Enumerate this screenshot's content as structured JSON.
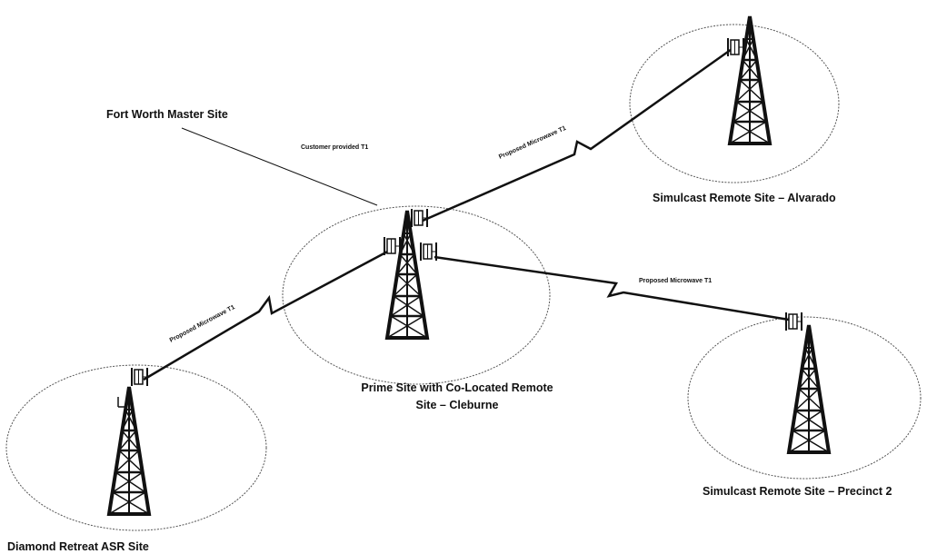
{
  "diagram": {
    "sites": {
      "master": {
        "label": "Fort Worth Master Site"
      },
      "prime": {
        "label_line1": "Prime Site with Co-Located Remote",
        "label_line2": "Site – Cleburne"
      },
      "alvarado": {
        "label": "Simulcast Remote Site – Alvarado"
      },
      "precinct2": {
        "label": "Simulcast Remote Site – Precinct 2"
      },
      "diamond": {
        "label": "Diamond Retreat ASR Site"
      }
    },
    "links": {
      "customer_t1": "Customer provided T1",
      "mw_alvarado": "Proposed Microwave T1",
      "mw_precinct": "Proposed Microwave T1",
      "mw_diamond": "Proposed Microwave T1"
    },
    "colors": {
      "ink": "#111111",
      "ellipse": "#555555",
      "background": "#ffffff"
    }
  }
}
